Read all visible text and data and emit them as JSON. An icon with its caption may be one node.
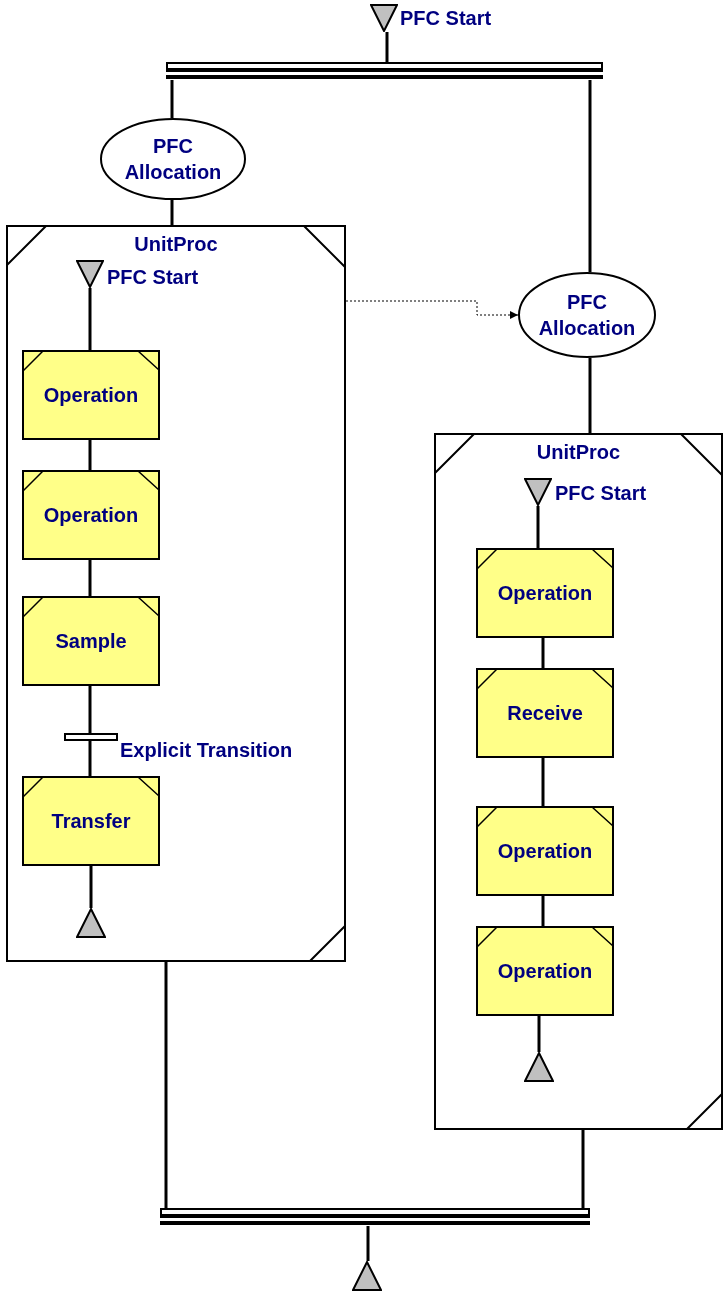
{
  "diagram": {
    "nodes": [
      {
        "text": [],
        "shape": "triangle",
        "beside": [
          "PFC Start"
        ]
      },
      {
        "text": [],
        "shape": "bar"
      },
      {
        "text": [
          "PFC Allocation"
        ]
      },
      {
        "text": [
          "UnitProc"
        ]
      },
      {
        "text": [],
        "shape": "triangle",
        "beside": [
          "PFC Start"
        ],
        "in": 3
      },
      {
        "text": [
          "Operation"
        ],
        "in": 3
      },
      {
        "text": [
          "Operation"
        ],
        "in": 3
      },
      {
        "text": [
          "Sample"
        ],
        "in": 3
      },
      {
        "text": [],
        "shape": "bar",
        "beside": [
          "Explicit Transition"
        ],
        "in": 3
      },
      {
        "text": [
          "Transfer"
        ],
        "in": 3
      },
      {
        "text": [],
        "shape": "triangle",
        "in": 3
      },
      {
        "text": [
          "PFC Allocation"
        ]
      },
      {
        "text": [
          "UnitProc"
        ]
      },
      {
        "text": [],
        "shape": "triangle",
        "beside": [
          "PFC Start"
        ],
        "in": 12
      },
      {
        "text": [
          "Operation"
        ],
        "in": 12
      },
      {
        "text": [
          "Receive"
        ],
        "in": 12
      },
      {
        "text": [
          "Operation"
        ],
        "in": 12
      },
      {
        "text": [
          "Operation"
        ],
        "in": 12
      },
      {
        "text": [],
        "shape": "triangle",
        "in": 12
      },
      {
        "text": [],
        "shape": "bar"
      },
      {
        "text": [],
        "shape": "triangle"
      }
    ],
    "edges": [
      {
        "from": 0,
        "to": 1,
        "arrow": "none"
      },
      {
        "from": 1,
        "to": 2,
        "arrow": "none"
      },
      {
        "from": 1,
        "to": 11,
        "arrow": "none"
      },
      {
        "from": 2,
        "to": 3,
        "arrow": "none"
      },
      {
        "from": 4,
        "to": 5,
        "arrow": "none"
      },
      {
        "from": 5,
        "to": 6,
        "arrow": "none"
      },
      {
        "from": 6,
        "to": 7,
        "arrow": "none"
      },
      {
        "from": 7,
        "to": 8,
        "arrow": "none"
      },
      {
        "from": 8,
        "to": 9,
        "arrow": "none"
      },
      {
        "from": 9,
        "to": 10,
        "arrow": "none"
      },
      {
        "from": 3,
        "to": 11,
        "arrow": "to",
        "style": "dashed"
      },
      {
        "from": 11,
        "to": 12,
        "arrow": "none"
      },
      {
        "from": 13,
        "to": 14,
        "arrow": "none"
      },
      {
        "from": 14,
        "to": 15,
        "arrow": "none"
      },
      {
        "from": 15,
        "to": 16,
        "arrow": "none"
      },
      {
        "from": 16,
        "to": 17,
        "arrow": "none"
      },
      {
        "from": 17,
        "to": 18,
        "arrow": "none"
      },
      {
        "from": 3,
        "to": 19,
        "arrow": "none"
      },
      {
        "from": 12,
        "to": 19,
        "arrow": "none"
      },
      {
        "from": 19,
        "to": 20,
        "arrow": "none"
      }
    ]
  }
}
